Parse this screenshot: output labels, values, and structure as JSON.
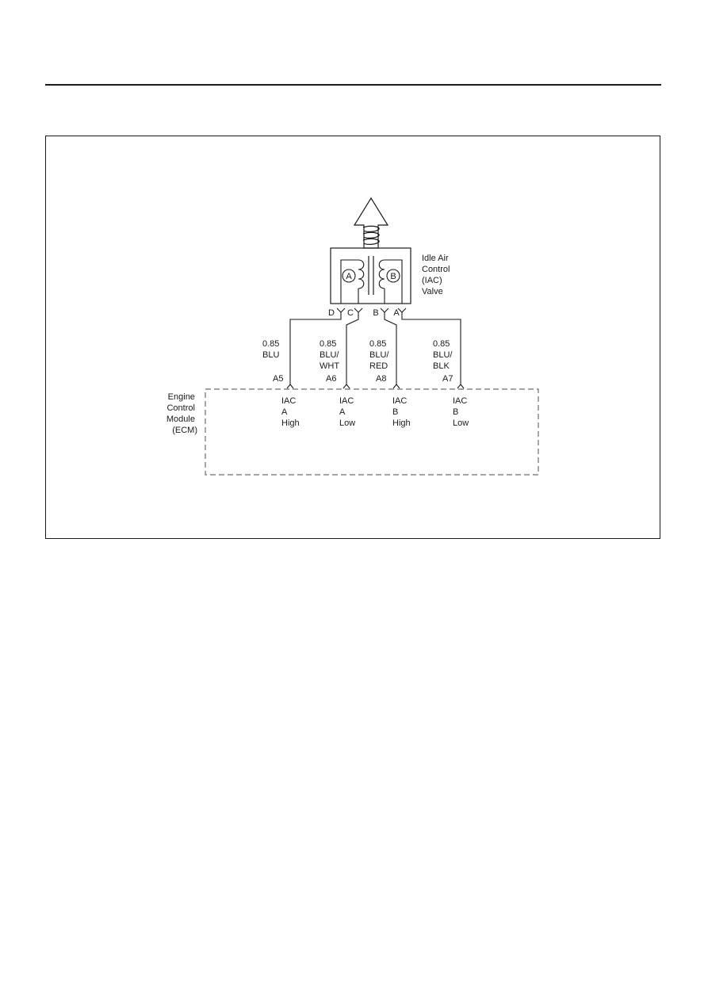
{
  "valve": {
    "title_lines": [
      "Idle Air",
      "Control",
      "(IAC)",
      "Valve"
    ],
    "coils": [
      "A",
      "B"
    ],
    "pins": [
      "D",
      "C",
      "B",
      "A"
    ]
  },
  "wires": [
    {
      "lines": [
        "0.85",
        "BLU"
      ],
      "ecm_pin": "A5",
      "function": [
        "IAC",
        "A",
        "High"
      ]
    },
    {
      "lines": [
        "0.85",
        "BLU/",
        "WHT"
      ],
      "ecm_pin": "A6",
      "function": [
        "IAC",
        "A",
        "Low"
      ]
    },
    {
      "lines": [
        "0.85",
        "BLU/",
        "RED"
      ],
      "ecm_pin": "A8",
      "function": [
        "IAC",
        "B",
        "High"
      ]
    },
    {
      "lines": [
        "0.85",
        "BLU/",
        "BLK"
      ],
      "ecm_pin": "A7",
      "function": [
        "IAC",
        "B",
        "Low"
      ]
    }
  ],
  "ecm": {
    "title_lines": [
      "Engine",
      "Control",
      "Module",
      "(ECM)"
    ]
  },
  "colors": {
    "line": "#1a1a1a",
    "dashed_box": "#6e6e6e"
  }
}
